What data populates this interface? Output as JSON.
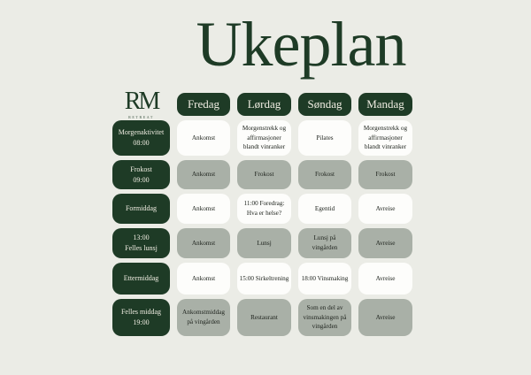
{
  "title": "Ukeplan",
  "logo": {
    "initials": "RM",
    "subtitle": "RETREAT"
  },
  "days": [
    "Fredag",
    "Lørdag",
    "Søndag",
    "Mandag"
  ],
  "rows": [
    {
      "header": "Morgenaktivitet\n08:00",
      "cells": [
        "Ankomst",
        "Morgenstrekk og\naffirmasjoner\nblandt vinranker",
        "Pilates",
        "Morgenstrekk og\naffirmasjoner\nblandt vinranker"
      ]
    },
    {
      "header": "Frokost\n09:00",
      "cells": [
        "Ankomst",
        "Frokost",
        "Frokost",
        "Frokost"
      ]
    },
    {
      "header": "Formiddag",
      "cells": [
        "Ankomst",
        "11:00 Foredrag:\nHva er helse?",
        "Egentid",
        "Avreise"
      ]
    },
    {
      "header": "13:00\nFelles lunsj",
      "cells": [
        "Ankomst",
        "Lunsj",
        "Lunsj på\nvingården",
        "Avreise"
      ]
    },
    {
      "header": "Ettermiddag",
      "cells": [
        "Ankomst",
        "15:00 Sirkeltrening",
        "18:00 Vinsmaking",
        "Avreise"
      ]
    },
    {
      "header": "Felles middag\n19:00",
      "cells": [
        "Ankomstmiddag\npå vingården",
        "Restaurant",
        "Som en del av\nvinsmakingen på\nvingården",
        "Avreise"
      ]
    }
  ],
  "colors": {
    "background": "#EBECE6",
    "dark_green": "#1E3B26",
    "sage": "#A9B0A7",
    "cell_white": "#FDFDFB",
    "text_cream": "#F0EDE2",
    "text_dark": "#20251F"
  }
}
